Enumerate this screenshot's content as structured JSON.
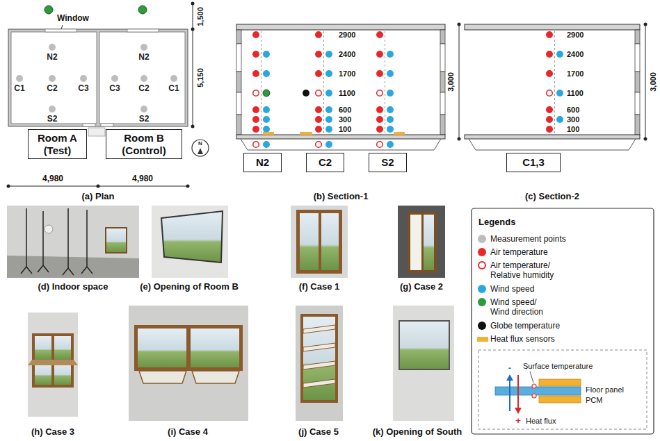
{
  "diagram": {
    "nodes": [
      {
        "text": [
          "Room A (Test)"
        ]
      },
      {
        "text": [
          "Room B (Control)"
        ]
      },
      {
        "text": [
          "N2"
        ]
      },
      {
        "text": [
          "C2"
        ]
      },
      {
        "text": [
          "S2"
        ]
      },
      {
        "text": [
          "C1,3"
        ]
      }
    ],
    "labels": [
      "Window",
      "1,500",
      "5,150",
      "N2",
      "C1",
      "C2",
      "C3",
      "S2",
      "N2",
      "C3",
      "C2",
      "C1",
      "S2",
      "N",
      "4,980",
      "4,980",
      "(a) Plan",
      "2900",
      "2400",
      "1700",
      "1100",
      "600",
      "300",
      "100",
      "3,000",
      "(b) Section-1",
      "2900",
      "2400",
      "1700",
      "1100",
      "600",
      "300",
      "100",
      "3,000",
      "(c) Section-2",
      "(d) Indoor space",
      "(e) Opening of Room B",
      "(f) Case 1",
      "(g) Case 2",
      "(h) Case 3",
      "(i) Case 4",
      "(j) Case 5",
      "(k) Opening of South",
      "Legends",
      "Surface temperature",
      "Floor panel",
      "PCM",
      "Heat flux",
      "-",
      "+"
    ],
    "legend": [
      {
        "text": "Measurement points",
        "color": "#bdbdbd"
      },
      {
        "text": "Air temperature",
        "color": "#e8272a"
      },
      {
        "text": "Air temperature/ Relative humidity"
      },
      {
        "text": "Wind speed",
        "color": "#2aa7df"
      },
      {
        "text": "Wind speed/ Wind direction",
        "color": "#2e9a3e"
      },
      {
        "text": "Globe temperature",
        "color": "#111111"
      },
      {
        "text": "Heat flux sensors",
        "color": "#f2b134"
      }
    ]
  }
}
